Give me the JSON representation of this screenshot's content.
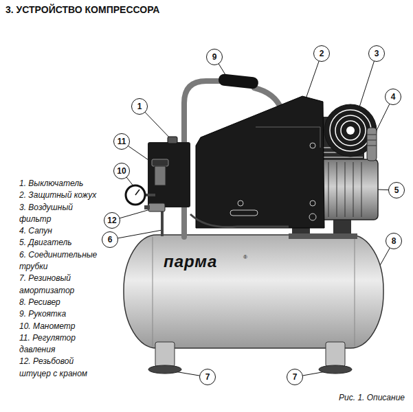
{
  "diagram": {
    "title": "3. УСТРОЙСТВО КОМПРЕССОРА",
    "caption": "Рис. 1. Описание",
    "nodes": [
      {
        "text": [
          "9"
        ]
      },
      {
        "text": [
          "2"
        ]
      },
      {
        "text": [
          "3"
        ]
      },
      {
        "text": [
          "1"
        ]
      },
      {
        "text": [
          "4"
        ]
      },
      {
        "text": [
          "11"
        ]
      },
      {
        "text": [
          "5"
        ]
      },
      {
        "text": [
          "10"
        ]
      },
      {
        "text": [
          "12"
        ]
      },
      {
        "text": [
          "6"
        ]
      },
      {
        "text": [
          "8"
        ]
      },
      {
        "text": [
          "7"
        ]
      },
      {
        "text": [
          "7"
        ]
      }
    ],
    "labels": [
      "1. Выключатель",
      "2. Защитный кожух",
      "3. Воздушный фильтр",
      "4. Сапун",
      "5. Двигатель",
      "6. Соединительные трубки",
      "7. Резиновый амортизатор",
      "8. Ресивер",
      "9. Рукоятка",
      "10. Манометр",
      "11. Регулятор давления",
      "12. Резьбовой штуцер с краном",
      "парма",
      "®"
    ]
  }
}
